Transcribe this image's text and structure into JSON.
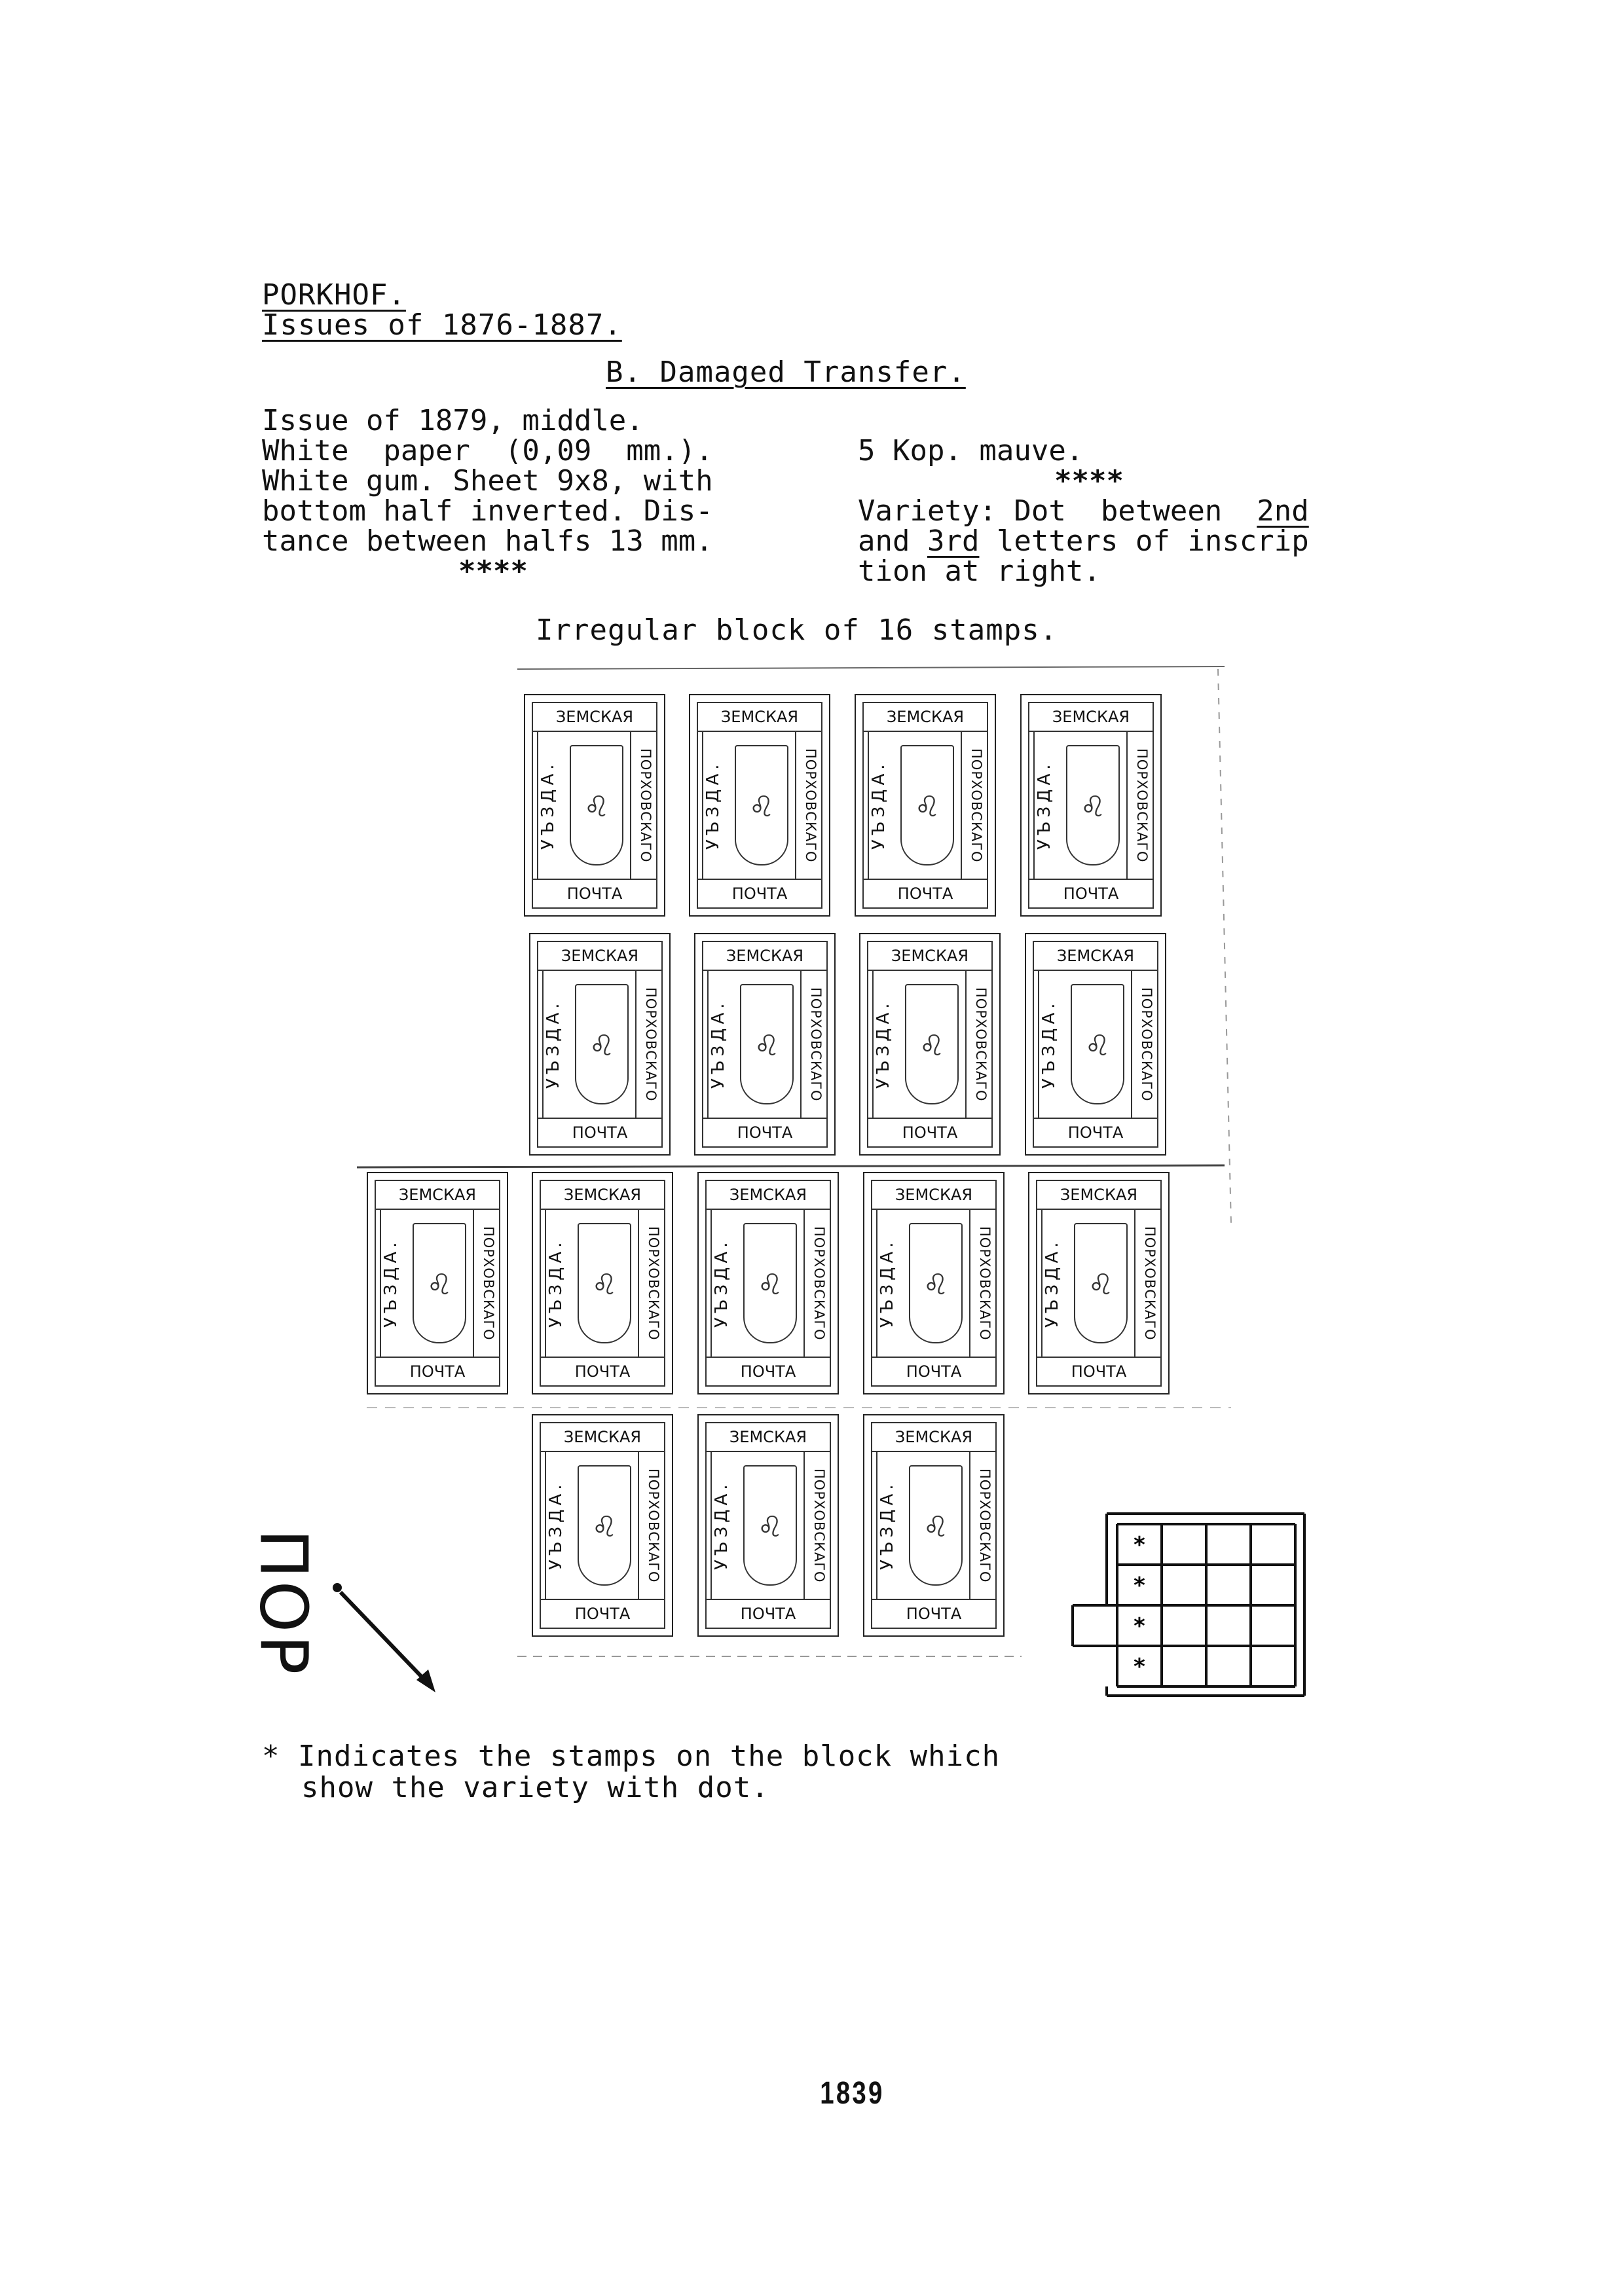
{
  "header": {
    "title": "PORKHOF.",
    "issues": "Issues of 1876-1887.",
    "section": "B. Damaged Transfer."
  },
  "left_block": [
    "Issue of 1879, middle.",
    "White  paper  (0,09  mm.).",
    "White gum. Sheet 9x8, with",
    "bottom half inverted. Dis-",
    "tance between halfs 13 mm.",
    "****"
  ],
  "right_block": {
    "line1": "5 Kop. mauve.",
    "stars": "****",
    "line2_a": "Variety: Dot  between  ",
    "line2_b": "2nd",
    "line3_a": "and ",
    "line3_b": "3rd",
    "line3_c": " letters of inscrip",
    "line4": "tion at right."
  },
  "block_caption": "Irregular block of 16 stamps.",
  "stamp_text": {
    "top": "ЗЕМСКАЯ",
    "left": "УЪЗДА.",
    "right": "ПОРХОВСКАГО",
    "bottom": "ПОЧТА"
  },
  "enlargement_text": "ПОР",
  "footnote": {
    "line1": "* Indicates the stamps on the block which",
    "line2": "show the variety with dot."
  },
  "diagram_marker": "*",
  "page_number": "1839"
}
